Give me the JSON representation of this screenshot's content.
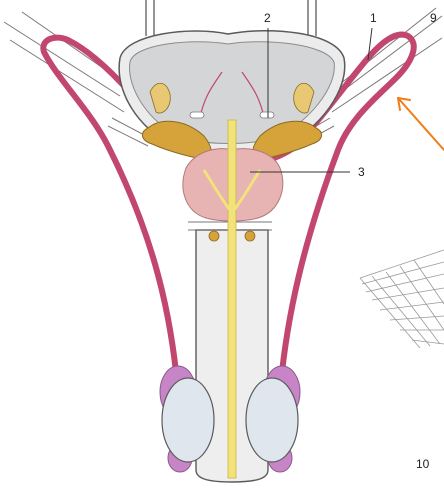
{
  "diagram": {
    "labels": {
      "l1": "1",
      "l2": "2",
      "l3": "3",
      "l9": "9",
      "l10": "10"
    },
    "colors": {
      "vas_deferens": "#c2476f",
      "ductal_yellow": "#f2e27a",
      "prostate": "#e8b3b3",
      "seminal_vesicle": "#d6a23a",
      "epididymis": "#c784c6",
      "testis": "#dfe6ee",
      "bladder_fill": "#d4d5d7",
      "arrow": "#f07d18",
      "outline": "#5a5a5a"
    }
  }
}
